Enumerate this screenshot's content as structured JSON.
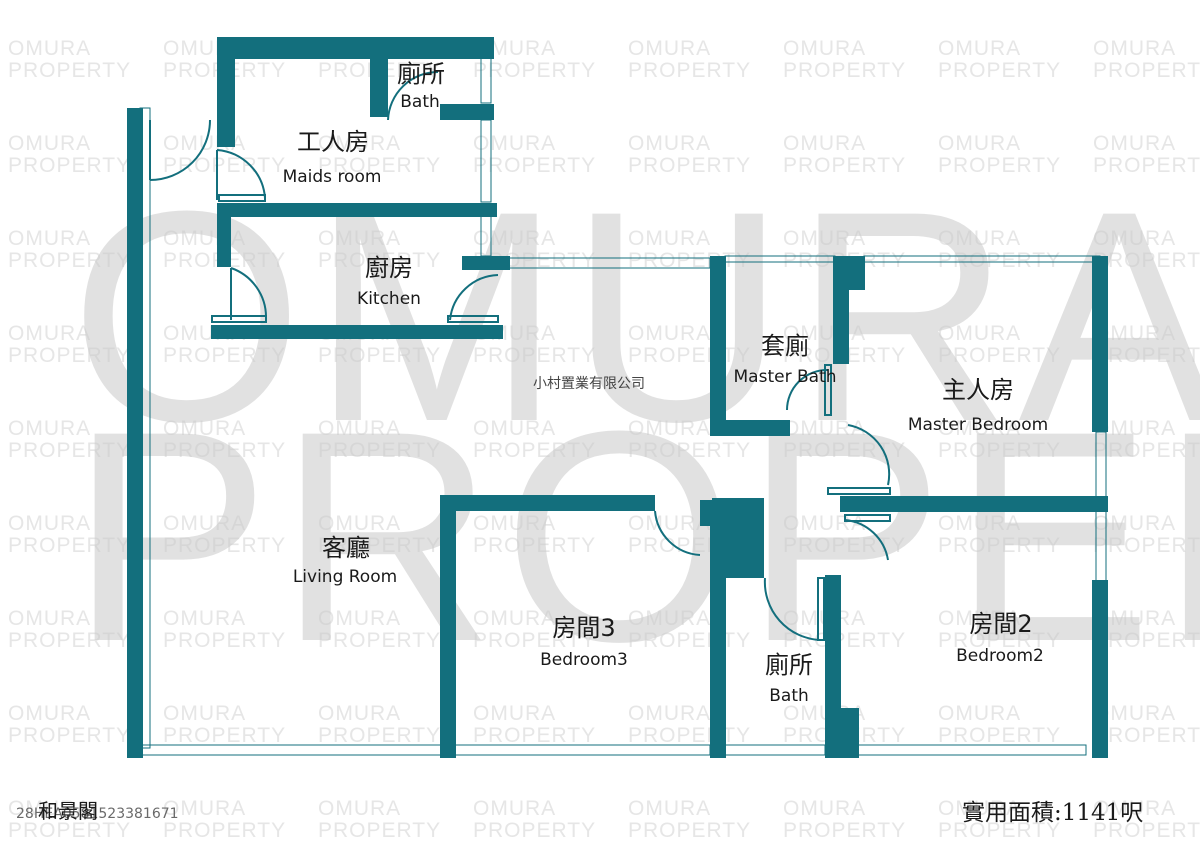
{
  "watermark": {
    "tile_line1": "OMURA",
    "tile_line2": "PROPERTY",
    "big_line1": "OMURA",
    "big_line2": "PROPERTY",
    "text_color": "#c8c8c8"
  },
  "rooms": {
    "maids_room": {
      "zh": "工人房",
      "en": "Maids room"
    },
    "bath_top": {
      "zh": "廁所",
      "en": "Bath"
    },
    "kitchen": {
      "zh": "廚房",
      "en": "Kitchen"
    },
    "master_bath": {
      "zh": "套廁",
      "en": "Master Bath"
    },
    "master_bedroom": {
      "zh": "主人房",
      "en": "Master Bedroom"
    },
    "living_room": {
      "zh": "客廳",
      "en": "Living Room"
    },
    "bedroom3": {
      "zh": "房間3",
      "en": "Bedroom3"
    },
    "bath_bottom": {
      "zh": "廁所",
      "en": "Bath"
    },
    "bedroom2": {
      "zh": "房間2",
      "en": "Bedroom2"
    }
  },
  "agency_name": "小村置業有限公司",
  "building_name": "和景閣",
  "listing_id": "28HEA0581523381671",
  "saleable_area": "實用面積:1141呎",
  "colors": {
    "wall": "#136f7d",
    "text": "#1a1a1a",
    "background": "#ffffff"
  }
}
